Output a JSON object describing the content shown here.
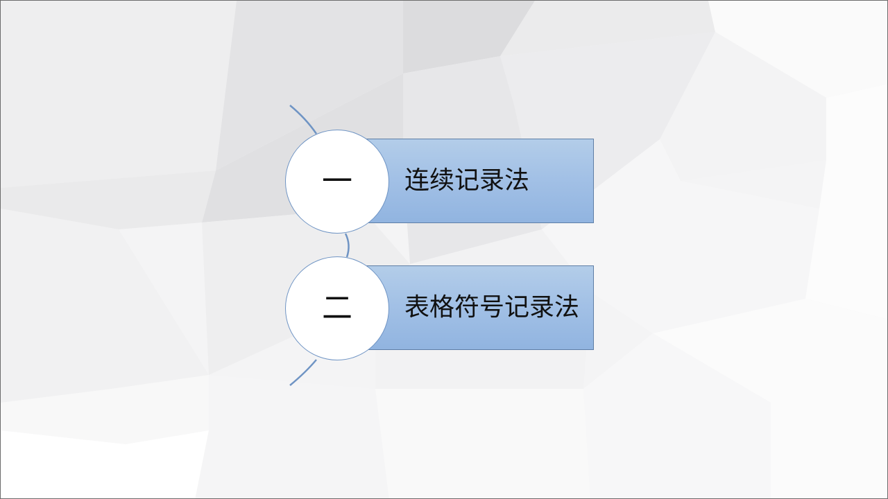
{
  "slide": {
    "background_colors": [
      "#f4f4f5",
      "#e9e9eb",
      "#dedee0",
      "#ffffff"
    ],
    "accent_color": "#9dbde6",
    "connector_color": "#6f94c4"
  },
  "items": [
    {
      "number": "一",
      "label": "连续记录法"
    },
    {
      "number": "二",
      "label": "表格符号记录法"
    }
  ]
}
